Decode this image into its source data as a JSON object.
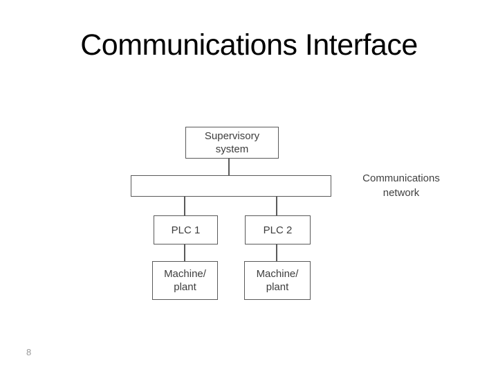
{
  "slide": {
    "title": "Communications Interface",
    "page_number": "8"
  },
  "diagram": {
    "supervisory_box": "Supervisory\nsystem",
    "network_bus_label": "",
    "network_label": "Communications\nnetwork",
    "plc1_box": "PLC 1",
    "plc2_box": "PLC 2",
    "machine1_box": "Machine/\nplant",
    "machine2_box": "Machine/\nplant",
    "colors": {
      "box_border": "#595959",
      "box_text": "#3d3d3d",
      "title_text": "#000000",
      "page_number_text": "#999999",
      "background": "#ffffff"
    }
  }
}
